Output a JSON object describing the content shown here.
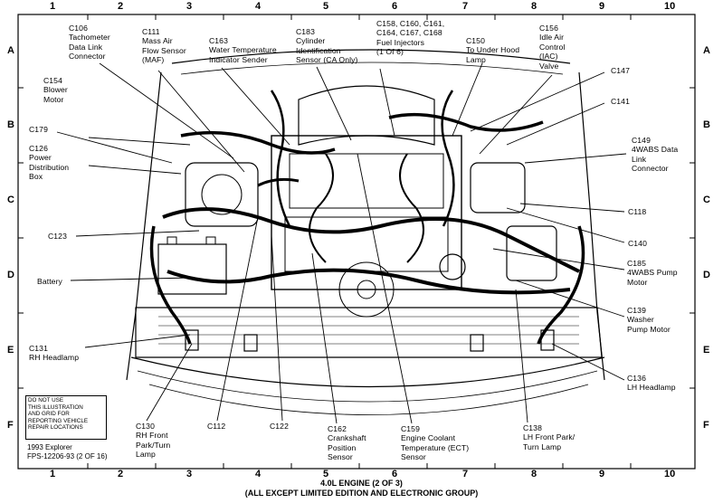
{
  "grid": {
    "columns": [
      "1",
      "2",
      "3",
      "4",
      "5",
      "6",
      "7",
      "8",
      "9",
      "10"
    ],
    "rows": [
      "A",
      "B",
      "C",
      "D",
      "E",
      "F"
    ]
  },
  "labels": {
    "c106": "C106\nTachometer\nData Link\nConnector",
    "c111": "C111\nMass Air\nFlow Sensor\n(MAF)",
    "c163": "C163\nWater Temperature\nIndicator Sender",
    "c183": "C183\nCylinder\nIdentification\nSensor (CA Only)",
    "c158": "C158, C160, C161,\nC164, C167, C168\nFuel Injectors\n(1 Of 6)",
    "c150": "C150\nTo Under Hood\nLamp",
    "c156": "C156\nIdle Air\nControl\n(IAC)\nValve",
    "c154": "C154\nBlower\nMotor",
    "c179": "C179",
    "c126": "C126\nPower\nDistribution\nBox",
    "c147": "C147",
    "c141": "C141",
    "c149": "C149\n4WABS Data\nLink\nConnector",
    "c123": "C123",
    "c118": "C118",
    "c140": "C140",
    "battery": "Battery",
    "c185": "C185\n4WABS Pump\nMotor",
    "c139": "C139\nWasher\nPump Motor",
    "c131": "C131\nRH Headlamp",
    "c136": "C136\nLH Headlamp",
    "c130": "C130\nRH Front\nPark/Turn\nLamp",
    "c112": "C112",
    "c122": "C122",
    "c162": "C162\nCrankshaft\nPosition\nSensor",
    "c159": "C159\nEngine Coolant\nTemperature (ECT)\nSensor",
    "c138": "C138\nLH Front Park/\nTurn Lamp"
  },
  "note_box": "DO NOT USE\nTHIS ILLUSTRATION\nAND GRID FOR\nREPORTING VEHICLE\nREPAIR LOCATIONS",
  "source": "1993 Explorer\nFPS-12206-93 (2 OF 16)",
  "footer": {
    "line1": "4.0L ENGINE (2 OF 3)",
    "line2": "(ALL EXCEPT LIMITED EDITION AND ELECTRONIC GROUP)"
  }
}
